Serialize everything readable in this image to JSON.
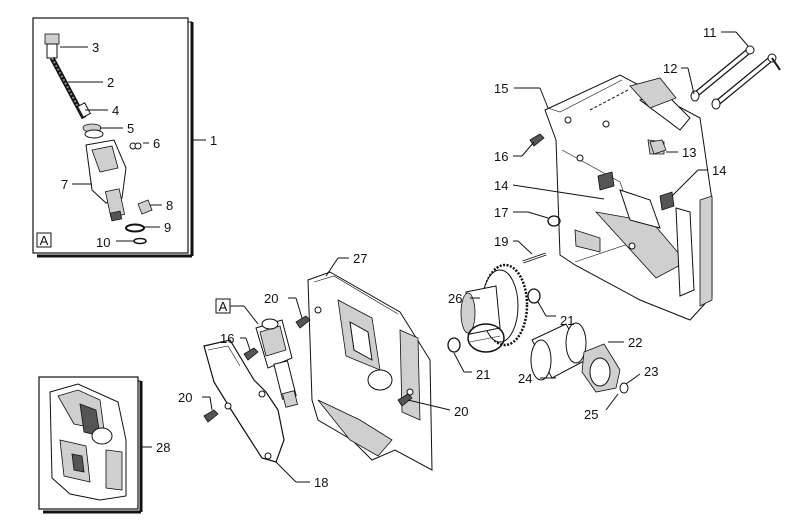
{
  "inset_box": {
    "tag": "A",
    "labels": [
      "1",
      "2",
      "3",
      "4",
      "5",
      "6",
      "7",
      "8",
      "9",
      "10"
    ]
  },
  "main_tag": "A",
  "callouts": {
    "c1": "1",
    "c2": "2",
    "c3": "3",
    "c4": "4",
    "c5": "5",
    "c6": "6",
    "c7": "7",
    "c8": "8",
    "c9": "9",
    "c10": "10",
    "c11": "11",
    "c12": "12",
    "c13": "13",
    "c14a": "14",
    "c14b": "14",
    "c15": "15",
    "c16a": "16",
    "c16b": "16",
    "c17": "17",
    "c18": "18",
    "c19": "19",
    "c20a": "20",
    "c20b": "20",
    "c20c": "20",
    "c21a": "21",
    "c21b": "21",
    "c22": "22",
    "c23": "23",
    "c24": "24",
    "c25": "25",
    "c26": "26",
    "c27": "27",
    "c28": "28"
  }
}
